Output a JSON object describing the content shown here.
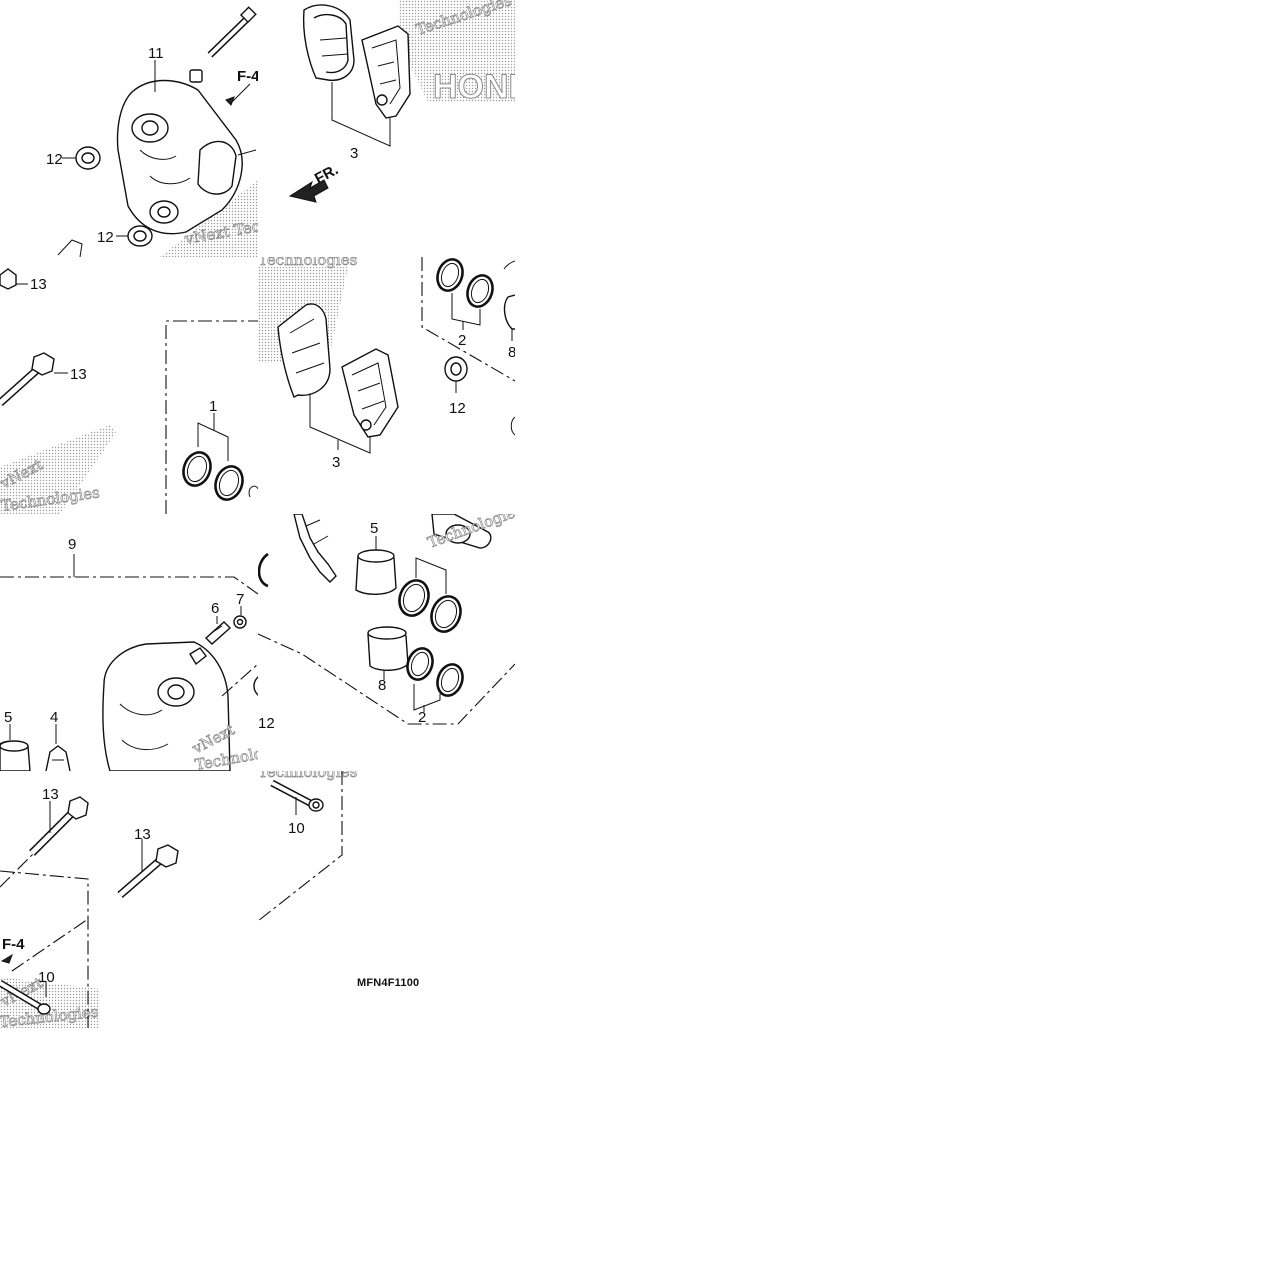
{
  "diagram": {
    "code": "MFN4F1100",
    "direction_marker": "FR.",
    "ref_marker": "F-4",
    "watermark": {
      "line1": "vNext",
      "line2": "Technologies",
      "line_combined": "vNext Technologies"
    },
    "part_numbers": {
      "seal_set_a": "1",
      "seal_set_b": "2",
      "pad_set": "3",
      "pad_spring": "4",
      "piston_a": "5",
      "bleeder": "6",
      "bleeder_cap": "7",
      "piston_b": "8",
      "caliper_assy": "9",
      "pin": "10",
      "caliper_body": "11",
      "boot": "12",
      "bolt": "13"
    }
  }
}
